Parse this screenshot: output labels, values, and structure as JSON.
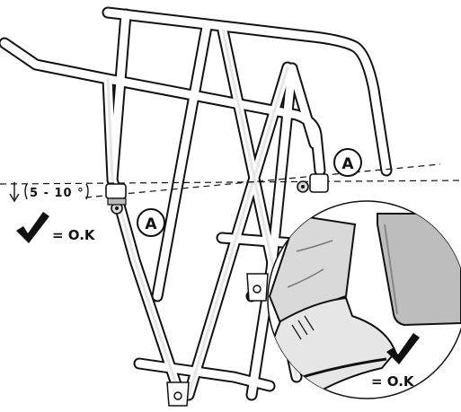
{
  "diagram": {
    "angle_label": "5 - 10 °",
    "callout_letter": "A",
    "ok_text": "= O.K",
    "ok_mark_icon": "checkmark-icon",
    "colors": {
      "line": "#111111",
      "tube_fill": "#ffffff",
      "tube_shadow": "#e6e6e6",
      "fender": "#bdbdbd",
      "shoe": "#d9d9d9"
    }
  }
}
